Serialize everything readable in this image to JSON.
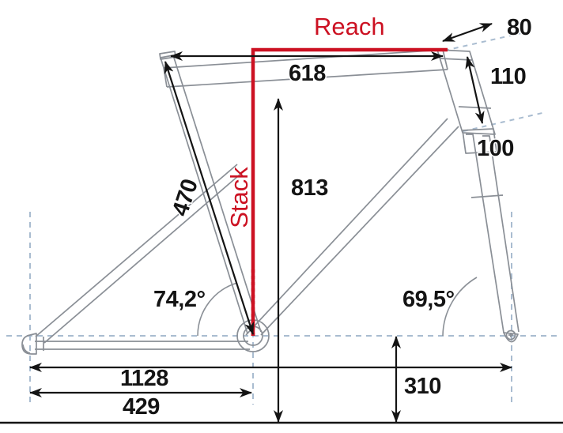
{
  "diagram": {
    "title": "Bicycle Frame Geometry",
    "type": "bike-frame-geometry-drawing",
    "colors": {
      "accent_red": "#CC1122",
      "dimension_black": "#141414",
      "frame_gray": "#8a8f96",
      "axis_dashed_blue": "#a9bcd0"
    }
  },
  "labels": {
    "reach": "Reach",
    "stack": "Stack",
    "top_tube_618": "618",
    "head_tube_top_80": "80",
    "head_tube_110": "110",
    "fork_100": "100",
    "stack_height_813": "813",
    "seat_tube_470": "470",
    "seat_angle": "74,2°",
    "head_angle": "69,5°",
    "wheelbase_1128": "1128",
    "chainstay_429": "429",
    "bb_drop_310": "310"
  },
  "measurements": [
    {
      "name": "reach",
      "label": "Reach",
      "value": "",
      "unit": "",
      "color": "#CC1122"
    },
    {
      "name": "stack",
      "label": "Stack",
      "value": "",
      "unit": "",
      "color": "#CC1122"
    },
    {
      "name": "top-tube",
      "label": "618",
      "value": 618,
      "unit": "mm",
      "color": "#141414"
    },
    {
      "name": "stem-offset",
      "label": "80",
      "value": 80,
      "unit": "mm",
      "color": "#141414"
    },
    {
      "name": "head-tube",
      "label": "110",
      "value": 110,
      "unit": "mm",
      "color": "#141414"
    },
    {
      "name": "fork-travel",
      "label": "100",
      "value": 100,
      "unit": "mm",
      "color": "#141414"
    },
    {
      "name": "stack-height",
      "label": "813",
      "value": 813,
      "unit": "mm",
      "color": "#141414"
    },
    {
      "name": "seat-tube",
      "label": "470",
      "value": 470,
      "unit": "mm",
      "color": "#141414"
    },
    {
      "name": "seat-angle",
      "label": "74,2°",
      "value": 74.2,
      "unit": "°",
      "color": "#141414"
    },
    {
      "name": "head-angle",
      "label": "69,5°",
      "value": 69.5,
      "unit": "°",
      "color": "#141414"
    },
    {
      "name": "wheelbase",
      "label": "1128",
      "value": 1128,
      "unit": "mm",
      "color": "#141414"
    },
    {
      "name": "chainstay",
      "label": "429",
      "value": 429,
      "unit": "mm",
      "color": "#141414"
    },
    {
      "name": "bb-height",
      "label": "310",
      "value": 310,
      "unit": "mm",
      "color": "#141414"
    }
  ]
}
